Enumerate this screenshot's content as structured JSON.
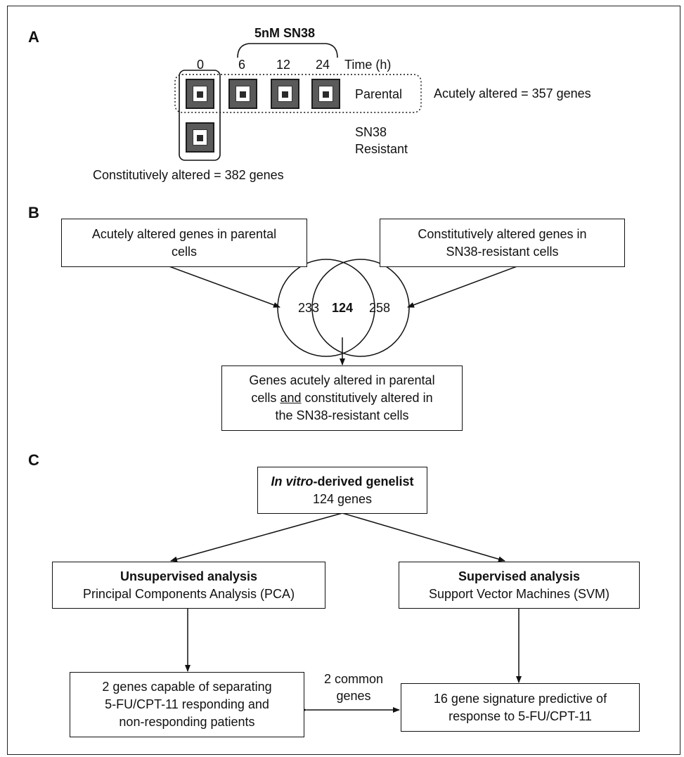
{
  "panelA": {
    "label": "A",
    "treatment": "5nM SN38",
    "times": [
      "0",
      "6",
      "12",
      "24"
    ],
    "time_axis": "Time (h)",
    "parental": "Parental",
    "resistant_line1": "SN38",
    "resistant_line2": "Resistant",
    "acute": "Acutely altered = 357 genes",
    "constitutive": "Constitutively altered = 382 genes"
  },
  "panelB": {
    "label": "B",
    "box_left": [
      "Acutely altered genes in parental",
      "cells"
    ],
    "box_right": [
      "Constitutively altered genes in",
      "SN38-resistant cells"
    ],
    "venn": {
      "left_only": "233",
      "overlap": "124",
      "right_only": "258"
    },
    "box_bottom_l1": "Genes acutely altered in parental",
    "box_bottom_l2a": "cells ",
    "box_bottom_l2b": "and",
    "box_bottom_l2c": " constitutively altered in",
    "box_bottom_l3": "the SN38-resistant cells"
  },
  "panelC": {
    "label": "C",
    "top_italic": "In vitro",
    "top_rest": "-derived genelist",
    "top_line2": "124 genes",
    "unsup_title": "Unsupervised analysis",
    "unsup_sub": "Principal Components Analysis (PCA)",
    "sup_title": "Supervised analysis",
    "sup_sub": "Support Vector Machines (SVM)",
    "left_result": [
      "2 genes capable of separating",
      "5-FU/CPT-11 responding and",
      "non-responding patients"
    ],
    "common": [
      "2 common",
      "genes"
    ],
    "right_result": [
      "16 gene signature predictive of",
      "response to 5-FU/CPT-11"
    ]
  }
}
